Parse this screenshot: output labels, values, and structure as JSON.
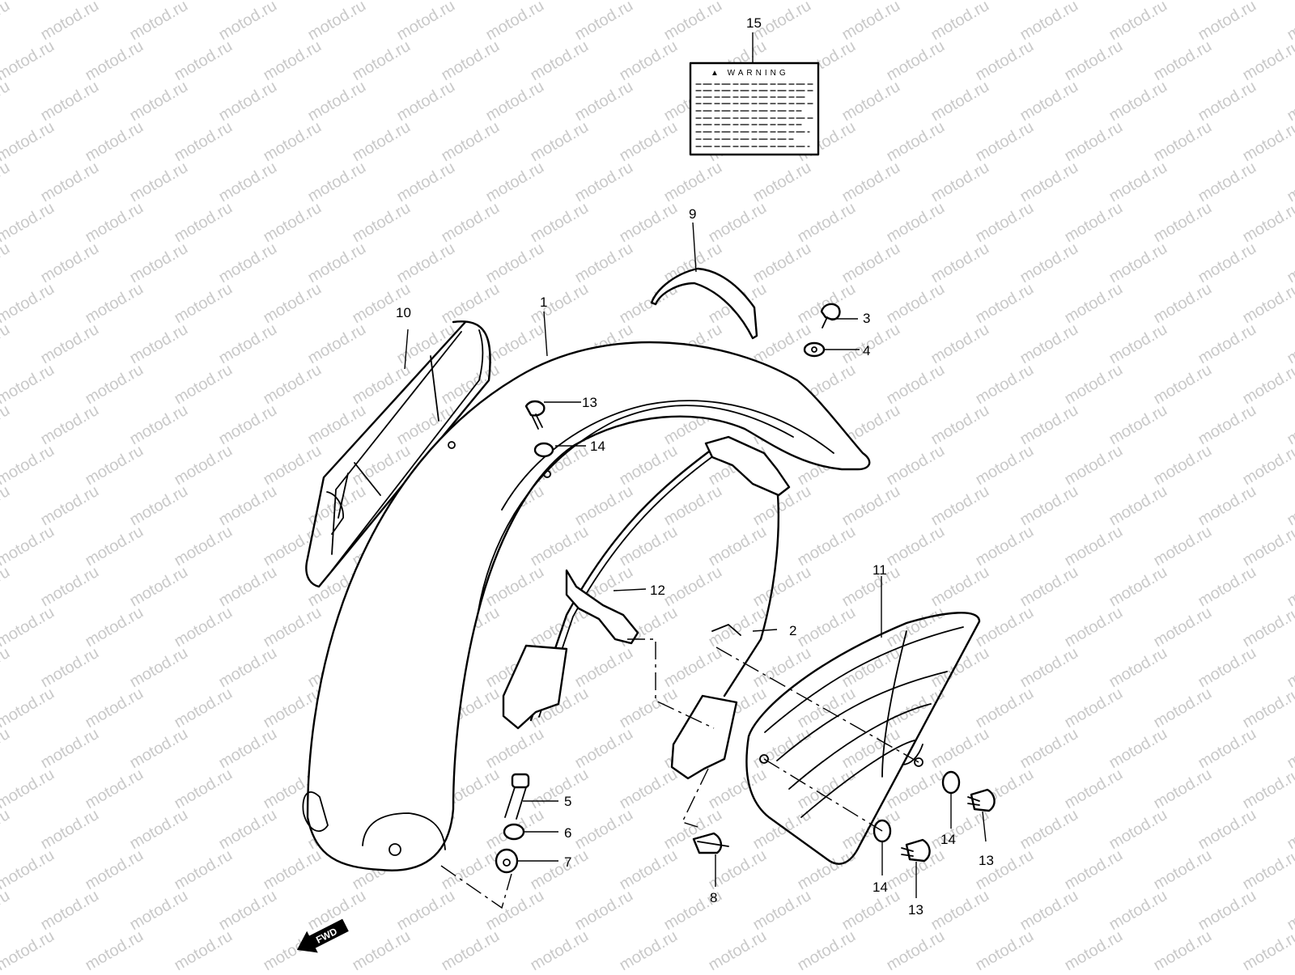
{
  "watermark": {
    "text": "motod.ru"
  },
  "warning_label": {
    "title": "▲ WARNING"
  },
  "fwd_arrow": {
    "text": "FWD"
  },
  "callouts": {
    "c1": "1",
    "c2": "2",
    "c3": "3",
    "c4": "4",
    "c5": "5",
    "c6": "6",
    "c7": "7",
    "c8": "8",
    "c9": "9",
    "c10": "10",
    "c11": "11",
    "c12": "12",
    "c13a": "13",
    "c13b": "13",
    "c13c": "13",
    "c14a": "14",
    "c14b": "14",
    "c14c": "14",
    "c15": "15"
  }
}
